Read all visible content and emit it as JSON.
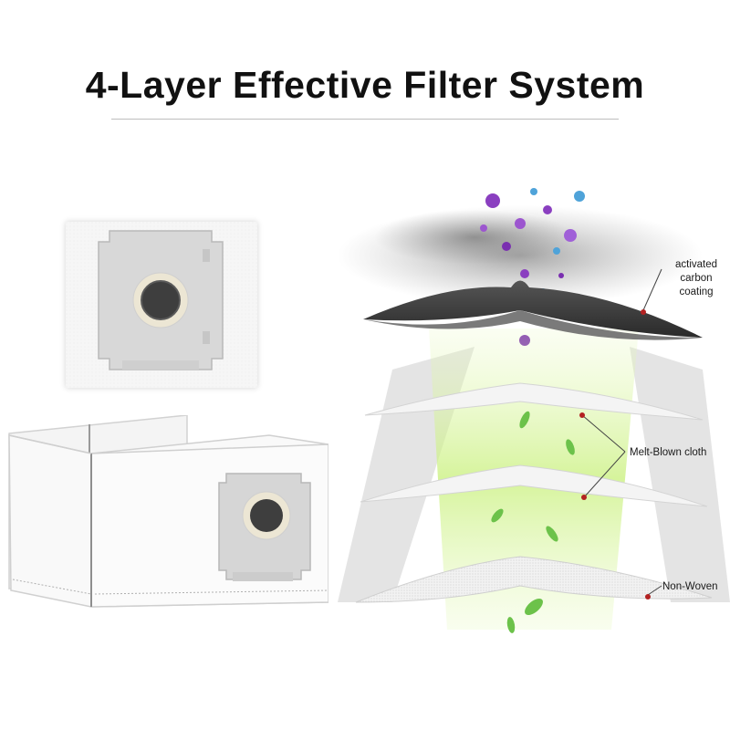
{
  "title": "4-Layer Effective Filter System",
  "layers": {
    "carbon_label": "activated carbon coating",
    "meltblown_label": "Melt-Blown cloth",
    "nonwoven_label": "Non-Woven"
  },
  "images": {
    "single_bag": "vacuum-dust-bag-front",
    "bag_pack": "vacuum-dust-bag-box",
    "filter_diagram": "layered-filter-illustration"
  },
  "colors": {
    "title": "#111111",
    "callout_dot": "#b32121",
    "airflow": "#c8f07a",
    "carbon_layer": "#3c3c3c",
    "particle_purple": "#8a3fc0",
    "particle_blue": "#4fa3d9",
    "leaf": "#6cc24a"
  }
}
